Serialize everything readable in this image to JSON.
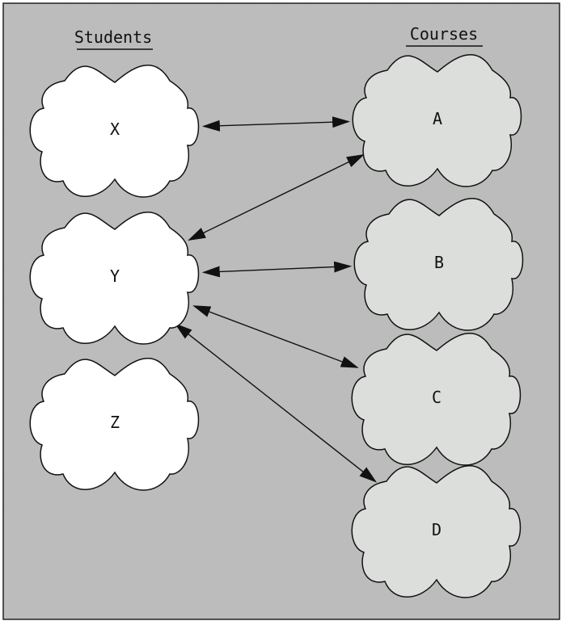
{
  "headings": {
    "left": "Students",
    "right": "Courses"
  },
  "students": [
    {
      "id": "X",
      "label": "X"
    },
    {
      "id": "Y",
      "label": "Y"
    },
    {
      "id": "Z",
      "label": "Z"
    }
  ],
  "courses": [
    {
      "id": "A",
      "label": "A"
    },
    {
      "id": "B",
      "label": "B"
    },
    {
      "id": "C",
      "label": "C"
    },
    {
      "id": "D",
      "label": "D"
    }
  ],
  "links": [
    {
      "from": "X",
      "to": "A"
    },
    {
      "from": "Y",
      "to": "A"
    },
    {
      "from": "Y",
      "to": "B"
    },
    {
      "from": "Y",
      "to": "C"
    },
    {
      "from": "Y",
      "to": "D"
    }
  ],
  "colors": {
    "panel_background": "#c0c0c0",
    "student_fill": "#ffffff",
    "course_fill": "#dcdedc",
    "stroke": "#111111"
  }
}
